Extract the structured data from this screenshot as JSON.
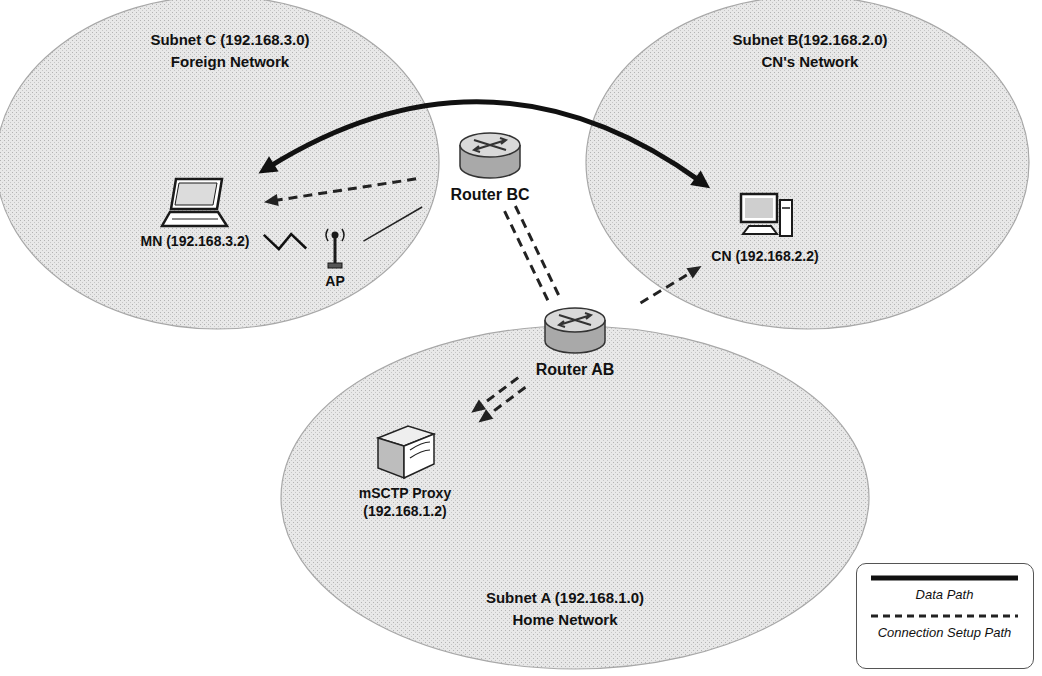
{
  "diagram": {
    "nodes": [
      {
        "text": [
          "Subnet C (192.168.3.0)",
          "Foreign Network"
        ]
      },
      {
        "text": [
          "MN (192.168.3.2)"
        ],
        "in": 0
      },
      {
        "text": [
          "AP"
        ],
        "in": 0
      },
      {
        "text": [
          "Subnet B(192.168.2.0)",
          "CN's Network"
        ]
      },
      {
        "text": [
          "CN (192.168.2.2)"
        ],
        "in": 3
      },
      {
        "text": [
          "Router BC"
        ]
      },
      {
        "text": [
          "Router AB"
        ]
      },
      {
        "text": [
          "Subnet A (192.168.1.0)",
          "Home Network"
        ]
      },
      {
        "text": [
          "mSCTP Proxy (192.168.1.2)"
        ],
        "in": 7
      }
    ],
    "edges": [
      {
        "from": 1,
        "to": 4,
        "arrow": "both"
      },
      {
        "from": 5,
        "to": 1,
        "arrow": "to"
      },
      {
        "from": 5,
        "to": 6,
        "arrow": "none"
      },
      {
        "from": 5,
        "to": 6,
        "arrow": "none"
      },
      {
        "from": 6,
        "to": 8,
        "arrow": "to"
      },
      {
        "from": 6,
        "to": 8,
        "arrow": "to"
      },
      {
        "from": 6,
        "to": 4,
        "arrow": "to"
      },
      {
        "from": 1,
        "to": 2,
        "arrow": "none"
      },
      {
        "from": 2,
        "to": 5,
        "arrow": "none"
      }
    ],
    "legend": [
      {
        "text": "Data Path"
      },
      {
        "text": "Connection Setup Path"
      }
    ]
  }
}
